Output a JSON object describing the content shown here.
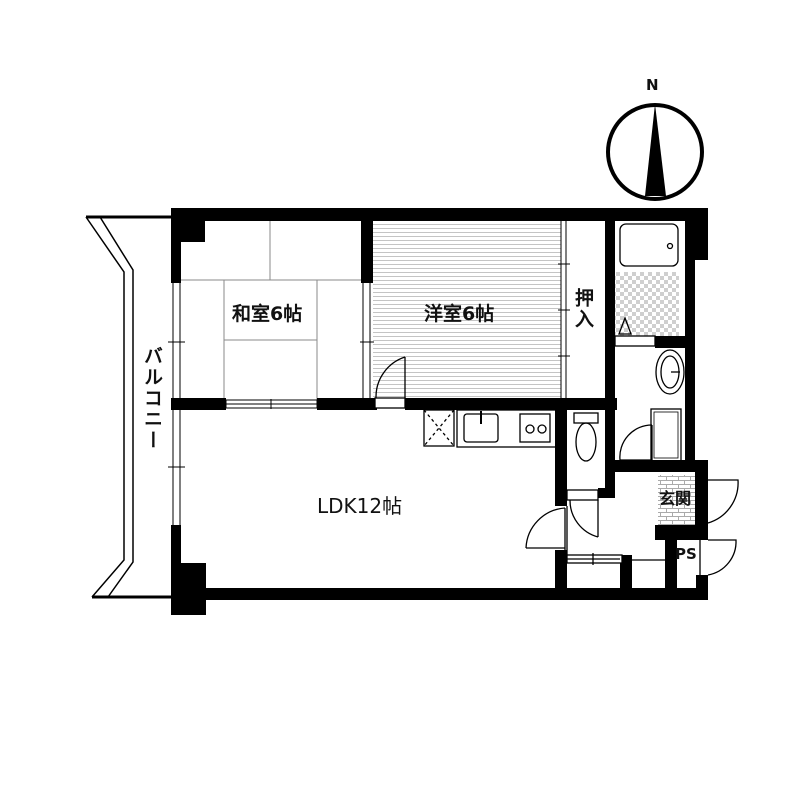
{
  "compass": {
    "label": "N",
    "direction": "north-up"
  },
  "rooms": {
    "washitsu": {
      "label": "和室6帖",
      "type": "Japanese-style room",
      "size_jo": 6
    },
    "yoshitsu": {
      "label": "洋室6帖",
      "type": "Western-style room",
      "size_jo": 6
    },
    "oshiire": {
      "label": "押入",
      "type": "closet"
    },
    "ldk": {
      "label": "LDK12帖",
      "type": "living dining kitchen",
      "size_jo": 12
    },
    "genkan": {
      "label": "玄関",
      "type": "entrance"
    },
    "ps": {
      "label": "PS",
      "type": "pipe space"
    },
    "balcony": {
      "label": "バルコニー",
      "type": "balcony"
    }
  },
  "fixtures": [
    "bathtub",
    "washbasin",
    "washing-machine-pan",
    "toilet",
    "kitchen-sink",
    "two-burner-stove",
    "refrigerator-space"
  ],
  "colors": {
    "wall": "#000000",
    "line": "#000000",
    "tatami_line": "#888888",
    "floor_hatch": "#c8c8c8",
    "checker": "#cfcfcf",
    "background": "#ffffff"
  }
}
